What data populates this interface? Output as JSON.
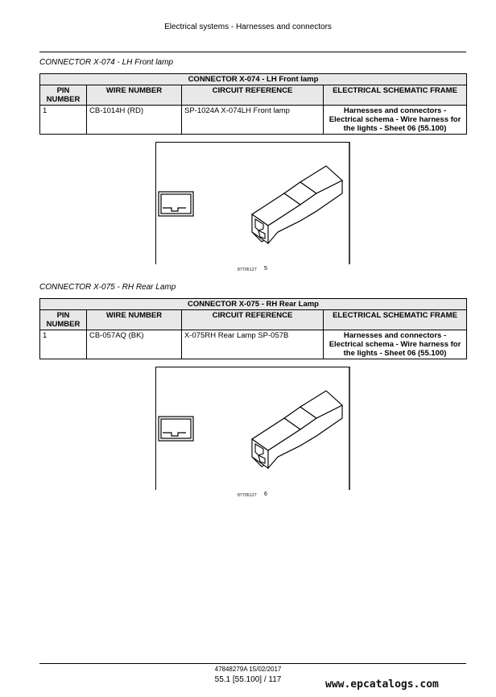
{
  "header": {
    "title": "Electrical systems - Harnesses and connectors"
  },
  "table_headers": {
    "pin_number": "PIN NUMBER",
    "wire_number": "WIRE NUMBER",
    "circuit_reference": "CIRCUIT REFERENCE",
    "schematic_frame": "ELECTRICAL SCHEMATIC FRAME"
  },
  "connectors": [
    {
      "section_title": "CONNECTOR X-074 - LH Front lamp",
      "table_caption": "CONNECTOR X-074 - LH Front lamp",
      "row": {
        "pin": "1",
        "wire": "CB-1014H (RD)",
        "circuit": "SP-1024A X-074LH Front lamp",
        "frame": "Harnesses and connectors - Electrical schema - Wire harness for the lights - Sheet 06 (55.100)"
      },
      "figure_code": "87705127",
      "figure_number": "5"
    },
    {
      "section_title": "CONNECTOR X-075 - RH Rear Lamp",
      "table_caption": "CONNECTOR X-075 - RH Rear Lamp",
      "row": {
        "pin": "1",
        "wire": "CB-057AQ (BK)",
        "circuit": "X-075RH Rear Lamp SP-057B",
        "frame": "Harnesses and connectors - Electrical schema - Wire harness for the lights - Sheet 06 (55.100)"
      },
      "figure_code": "87705127",
      "figure_number": "6"
    }
  ],
  "footer": {
    "doc_ref": "47848279A 15/02/2017",
    "page_ref": "55.1 [55.100] / 117"
  },
  "watermark": "www.epcatalogs.com"
}
